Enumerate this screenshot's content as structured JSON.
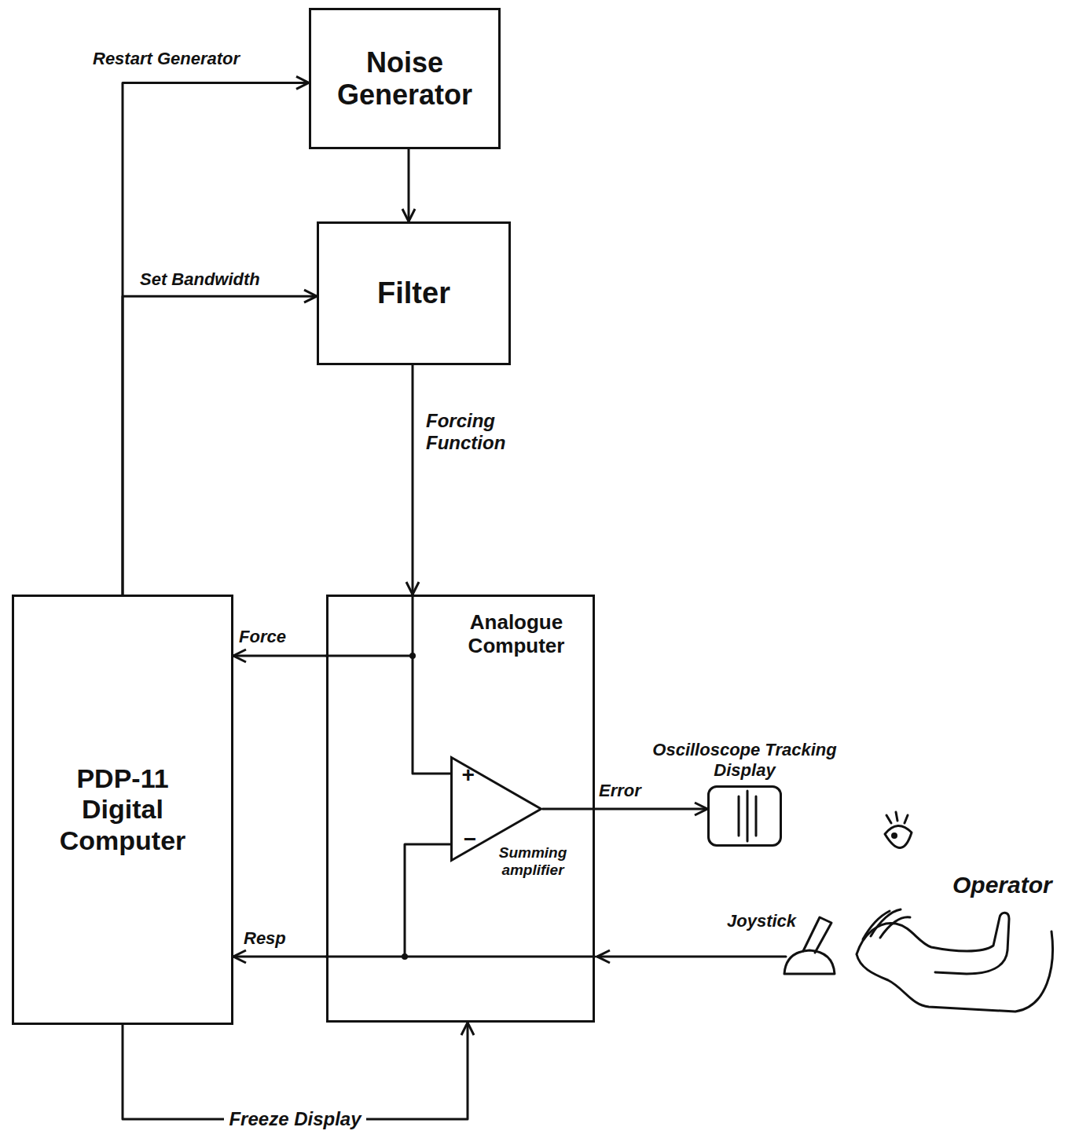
{
  "diagram": {
    "nodes": [
      {
        "text": [
          "Noise Generator"
        ]
      },
      {
        "text": [
          "Filter"
        ]
      },
      {
        "text": [
          "PDP-11 Digital Computer"
        ]
      },
      {
        "text": [
          "Analogue Computer"
        ]
      },
      {
        "text": [
          "Summing amplifier"
        ],
        "in": 3
      },
      {
        "text": [
          "Oscilloscope Tracking Display"
        ]
      }
    ],
    "edges": [
      {
        "from": 0,
        "to": 1,
        "arrow": "to"
      },
      {
        "from": 2,
        "to": 0,
        "label": "Restart Generator",
        "arrow": "to"
      },
      {
        "from": 2,
        "to": 1,
        "label": "Set Bandwidth",
        "arrow": "to"
      },
      {
        "from": 1,
        "to": 3,
        "label": "Forcing Function",
        "arrow": "to"
      },
      {
        "from": 3,
        "to": 2,
        "label": "Force",
        "arrow": "to"
      },
      {
        "from": 3,
        "to": 2,
        "label": "Resp",
        "arrow": "to"
      },
      {
        "from": 2,
        "to": 3,
        "label": "Freeze Display",
        "arrow": "to"
      },
      {
        "from": 4,
        "to": 5,
        "label": "Error",
        "arrow": "to"
      }
    ],
    "labels": [
      "+",
      "−",
      "Joystick",
      "Operator"
    ]
  }
}
